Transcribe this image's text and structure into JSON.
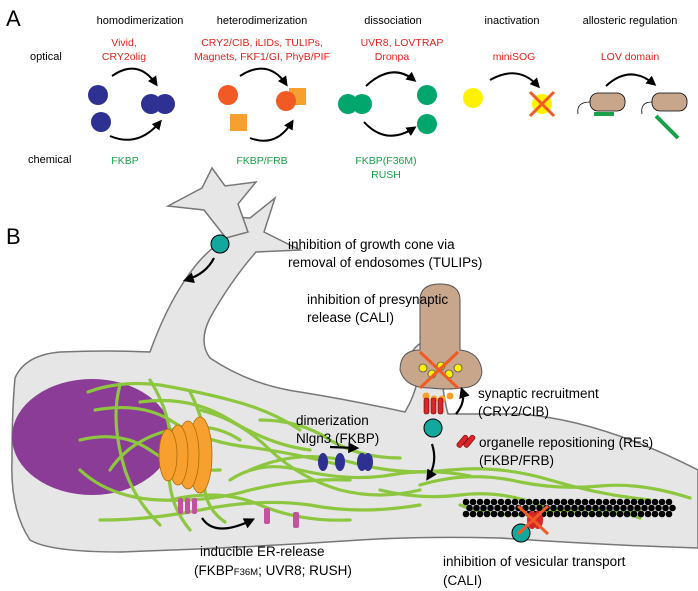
{
  "panel_a": {
    "label": "A",
    "row_optical": "optical",
    "row_chemical": "chemical",
    "columns": [
      {
        "header": "homodimerization",
        "optical": [
          "Vivid,",
          "CRY2olig"
        ],
        "chemical": [
          "FKBP"
        ]
      },
      {
        "header": "heterodimerization",
        "optical": [
          "CRY2/CIB, iLIDs, TULIPs,",
          "Magnets, FKF1/GI, PhyB/PIF"
        ],
        "chemical": [
          "FKBP/FRB"
        ]
      },
      {
        "header": "dissociation",
        "optical": [
          "UVR8, LOVTRAP",
          "Dronpa"
        ],
        "chemical": [
          "FKBP(F36M)",
          "RUSH"
        ]
      },
      {
        "header": "inactivation",
        "optical": [
          "miniSOG"
        ],
        "chemical": []
      },
      {
        "header": "allosteric regulation",
        "optical": [
          "LOV domain"
        ],
        "chemical": []
      }
    ]
  },
  "panel_b": {
    "label": "B",
    "growth_cone": [
      "inhibition of growth cone via",
      "removal of endosomes (TULIPs)"
    ],
    "presynaptic": [
      "inhibition of presynaptic",
      "release (CALI)"
    ],
    "synaptic_recruitment": [
      "synaptic recruitment",
      "(CRY2/CIB)"
    ],
    "organelle": [
      "organelle repositioning (REs)",
      "(FKBP/FRB)"
    ],
    "dimerization": [
      "dimerization",
      "Nlgn3 (FKBP)"
    ],
    "er_release": {
      "line1": "inducible ER-release",
      "line2_a": "(FKBP",
      "line2_sub": "F36M",
      "line2_b": "; UVR8; RUSH)"
    },
    "vesicular": [
      "inhibition of vesicular transport",
      "(CALI)"
    ]
  },
  "colors": {
    "optical_red": "#e2231a",
    "chemical_green": "#19a14a",
    "navy": "#2e3192",
    "orange_red": "#f15a24",
    "orange": "#f7a030",
    "teal": "#13a89e",
    "cyan": "#29b6b0",
    "yellow": "#fff200",
    "tan": "#c7a68c",
    "microtubule_green": "#8dc63f",
    "nucleus": "#8a3c96",
    "magenta": "#c351a0",
    "cell_fill": "#e6e6e6"
  }
}
